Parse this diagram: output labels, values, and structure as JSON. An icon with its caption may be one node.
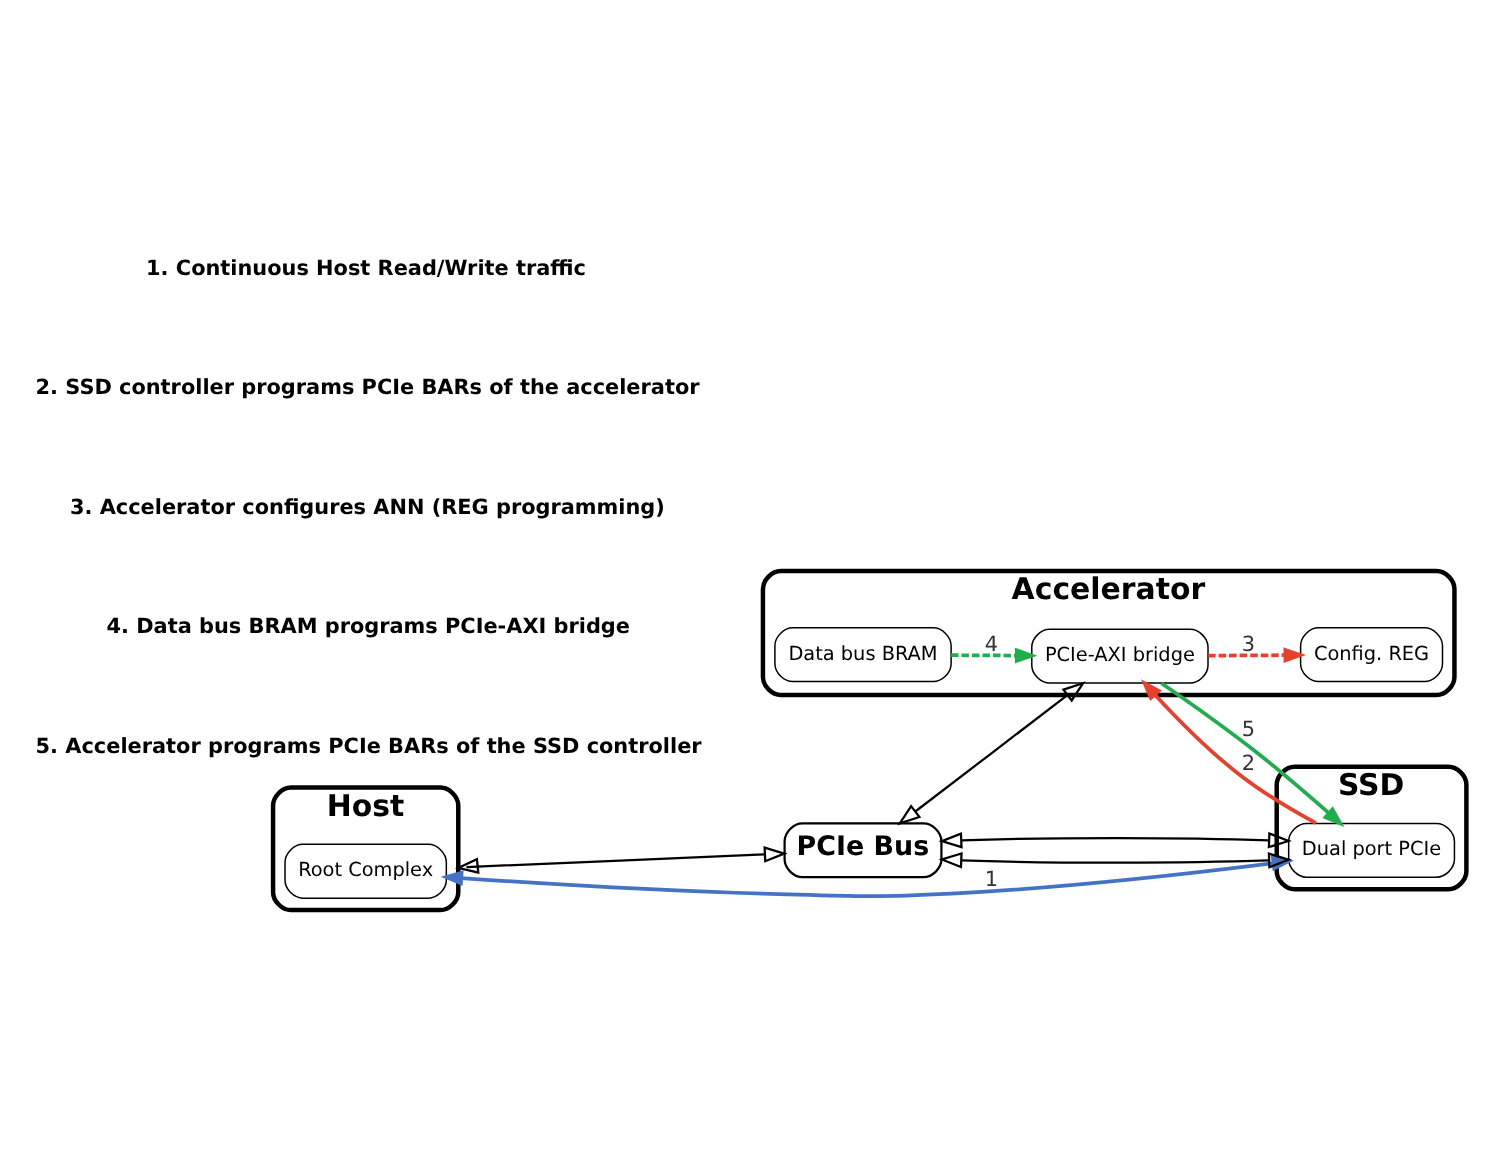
{
  "diagram": {
    "nodes": [
      {
        "text": [
          "Host"
        ]
      },
      {
        "text": [
          "Root Complex"
        ],
        "in": 0
      },
      {
        "text": [
          "PCIe Bus"
        ]
      },
      {
        "text": [
          "Accelerator"
        ]
      },
      {
        "text": [
          "PCIe-AXI bridge"
        ],
        "in": 3
      },
      {
        "text": [
          "Config. REG"
        ],
        "in": 3
      },
      {
        "text": [
          "Data bus BRAM"
        ],
        "in": 3
      },
      {
        "text": [
          "SSD"
        ]
      },
      {
        "text": [
          "Dual port PCIe"
        ],
        "in": 7
      }
    ],
    "edges": [
      {
        "from": 0,
        "to": 2,
        "arrow": "both"
      },
      {
        "from": 2,
        "to": 4,
        "arrow": "both"
      },
      {
        "from": 2,
        "to": 8,
        "arrow": "both"
      },
      {
        "from": 2,
        "to": 8,
        "arrow": "both"
      },
      {
        "from": 1,
        "to": 8,
        "arrow": "both",
        "label": "1",
        "color": "#4472c4"
      },
      {
        "from": 8,
        "to": 4,
        "arrow": "to",
        "label": "2",
        "color": "#e8402a"
      },
      {
        "from": 4,
        "to": 5,
        "arrow": "to",
        "label": "3",
        "style": "dashed",
        "color": "#e8402a"
      },
      {
        "from": 6,
        "to": 4,
        "arrow": "to",
        "label": "4",
        "style": "dashed",
        "color": "#1fae4b"
      },
      {
        "from": 4,
        "to": 8,
        "arrow": "to",
        "label": "5",
        "color": "#1fae4b"
      }
    ],
    "legend": [
      {
        "text": "1. Continuous Host Read/Write traffic"
      },
      {
        "text": "2. SSD controller programs PCIe BARs of the accelerator"
      },
      {
        "text": "3. Accelerator configures ANN (REG programming)"
      },
      {
        "text": "4. Data bus BRAM programs PCIe-AXI bridge"
      },
      {
        "text": "5. Accelerator programs PCIe BARs of the SSD controller"
      }
    ]
  }
}
